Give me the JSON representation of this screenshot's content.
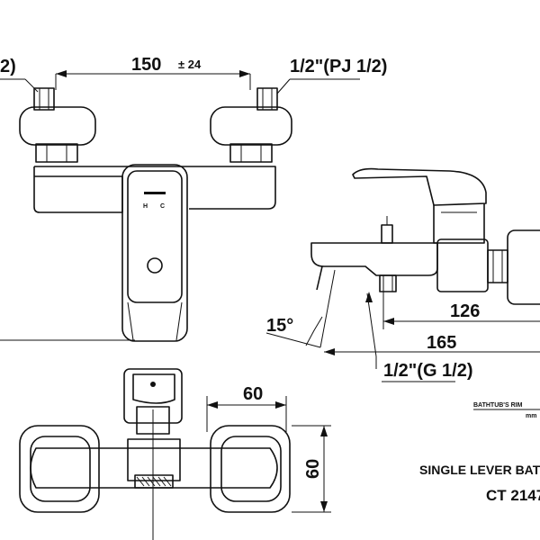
{
  "dimensions": {
    "top_spacing": "150",
    "top_tolerance": "± 24",
    "inlet_left_partial": "2)",
    "inlet_right_thread": "1/2\"(PJ 1/2)",
    "side_126": "126",
    "side_165": "165",
    "side_angle": "15°",
    "outlet_thread": "1/2\"(G 1/2)",
    "bottom_width": "60",
    "bottom_height": "60"
  },
  "labels": {
    "bathtub_rim": "BATHTUB'S RIM",
    "unit_partial": "mm",
    "product_name": "SINGLE LEVER BATH & SI",
    "model": "CT 2147",
    "hot_mark": "H",
    "cold_mark": "C"
  }
}
